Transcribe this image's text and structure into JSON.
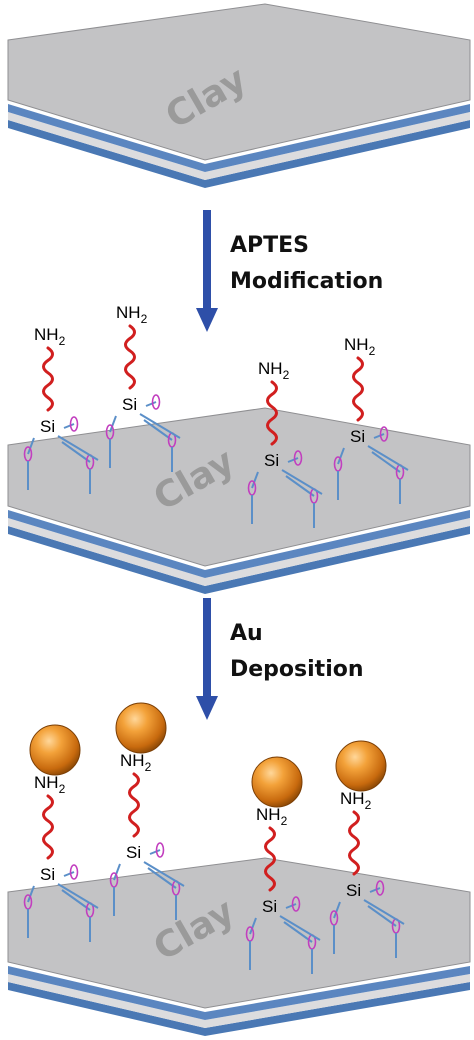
{
  "substrate_label": "Clay",
  "steps": [
    {
      "line1": "APTES",
      "line2": "Modification"
    },
    {
      "line1": "Au",
      "line2": "Deposition"
    }
  ],
  "chem": {
    "amine": "NH",
    "amine_sub": "2",
    "silicon": "Si"
  },
  "colors": {
    "slab_top": "#c3c3c5",
    "slab_edge": "#a9a9ab",
    "stripe_blue": "#4a78b4",
    "arrow": "#2e4fa8",
    "chain": "#d11f1f",
    "ligand": "#5b8fc8",
    "oxygen": "#c23fbf",
    "gold": "#e0891d"
  }
}
